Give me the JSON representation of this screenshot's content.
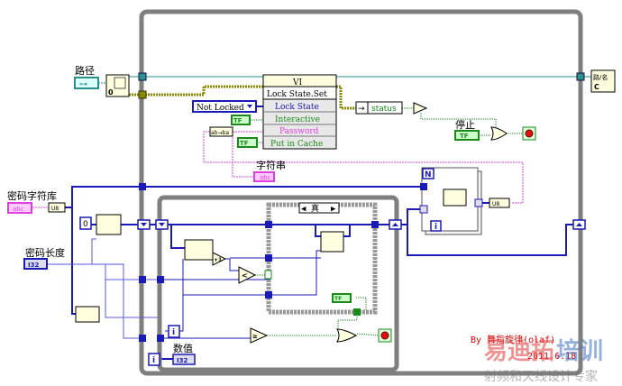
{
  "labels": {
    "path": "路径",
    "stop": "停止",
    "string": "字符串",
    "password_charset": "密码字符库",
    "password_length": "密码长度",
    "numeric": "数值"
  },
  "controls": {
    "path_glyph": "⊶",
    "string_const": "abc",
    "i32": "I32",
    "zero_const": "0",
    "enum_value": "Not Locked",
    "bool_tf": "TF",
    "iteration": "i",
    "count": "N"
  },
  "property_node": {
    "class": "VI",
    "method": "Lock State.Set",
    "items": [
      "Lock State",
      "Interactive",
      "Password",
      "Put in Cache"
    ]
  },
  "nodes": {
    "status": "status",
    "string_reverse": "ab→ba",
    "plus_one": "+1",
    "less": "<",
    "geq": "≥",
    "or": "∨",
    "not": "¬",
    "case_selector": "真",
    "u8": "U8",
    "strip_path_top": "路/名",
    "strip_path_bottom": "C"
  },
  "footer": {
    "credit": "By 舞指旋律(olaf)",
    "date": "2011.6.18"
  },
  "watermark": {
    "line1_a": "易迪拓",
    "line1_b": "培训",
    "line2": "射频和天线设计专家"
  },
  "colors": {
    "wire_blue": "#1a1ab4",
    "wire_teal": "#2a9090",
    "wire_pink": "#e040e0",
    "wire_green": "#1a8a1a",
    "wire_olive": "#8a8a00",
    "structure_gray": "#7f7f7f",
    "node_bg": "#ffffe0",
    "stop_red": "#e01010",
    "credit_red": "#e00000"
  }
}
